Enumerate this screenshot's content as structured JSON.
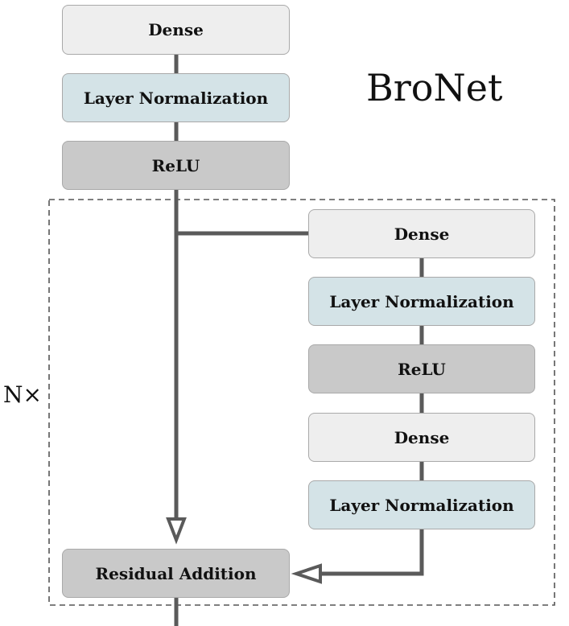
{
  "title": "BroNet",
  "repeat_label": "N×",
  "colors": {
    "dense": "#eeeeee",
    "layer_norm": "#d4e3e7",
    "relu": "#c9c9c9",
    "edge": "#5a5a5a"
  },
  "stem": {
    "dense": "Dense",
    "layer_norm": "Layer Normalization",
    "relu": "ReLU"
  },
  "block": {
    "dense_1": "Dense",
    "layer_norm_1": "Layer Normalization",
    "relu": "ReLU",
    "dense_2": "Dense",
    "layer_norm_2": "Layer Normalization",
    "residual": "Residual Addition"
  }
}
